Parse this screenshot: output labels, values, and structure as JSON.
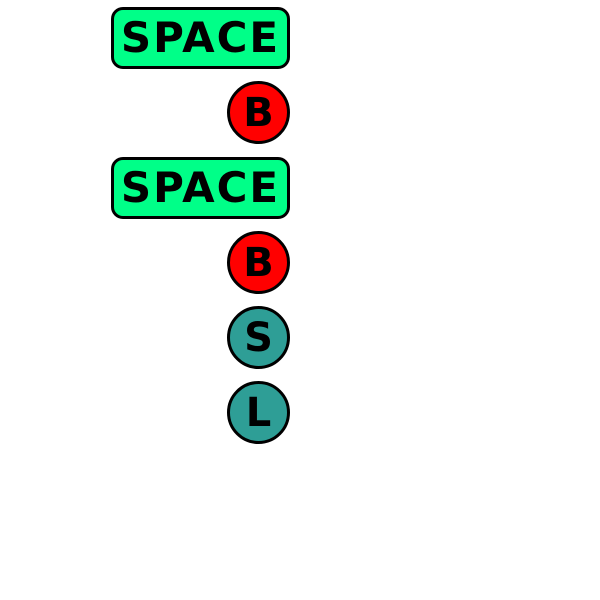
{
  "sequence": {
    "buttons": [
      {
        "label": "SPACE",
        "shape": "wide-rounded",
        "color": "#00ff88"
      },
      {
        "label": "B",
        "shape": "circle",
        "color": "#ff0000"
      },
      {
        "label": "SPACE",
        "shape": "wide-rounded",
        "color": "#00ff88"
      },
      {
        "label": "B",
        "shape": "circle",
        "color": "#ff0000"
      },
      {
        "label": "S",
        "shape": "circle",
        "color": "#2e9e96"
      },
      {
        "label": "L",
        "shape": "circle",
        "color": "#2e9e96"
      }
    ]
  }
}
